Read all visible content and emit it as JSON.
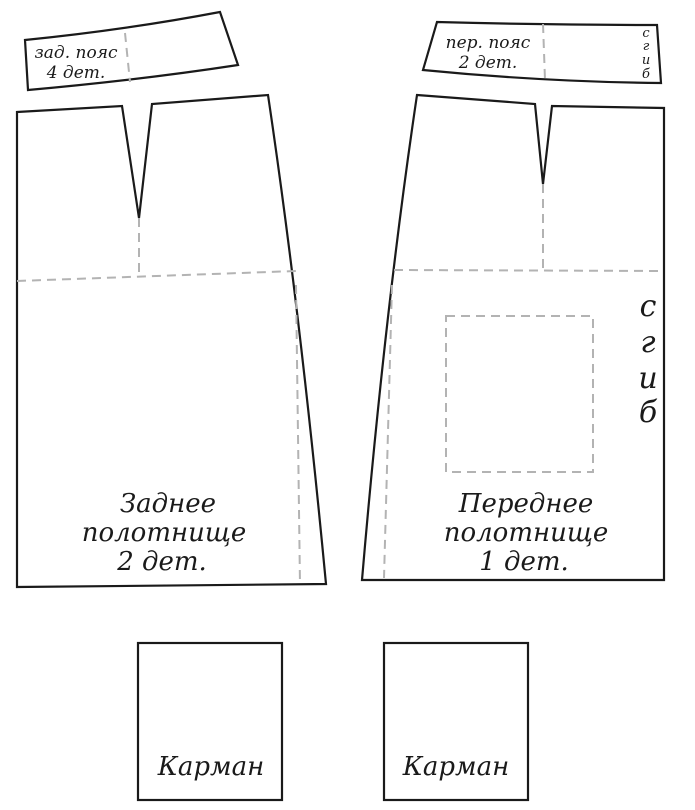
{
  "back_waistband": {
    "label_line1": "зад. пояс",
    "label_line2": "4 дет."
  },
  "front_waistband": {
    "label_line1": "пер. пояс",
    "label_line2": "2 дет.",
    "fold_letters": [
      "с",
      "г",
      "и",
      "б"
    ]
  },
  "back_panel": {
    "label_line1": "Заднее",
    "label_line2": "полотнище",
    "label_line3": "2 дет."
  },
  "front_panel": {
    "label_line1": "Переднее",
    "label_line2": "полотнище",
    "label_line3": "1 дет.",
    "fold_letters": [
      "с",
      "г",
      "и",
      "б"
    ]
  },
  "pocket_left": {
    "label": "Карман"
  },
  "pocket_right": {
    "label": "Карман"
  },
  "colors": {
    "outline": "#1a1a1a",
    "guide_dashed": "#b3b3b3",
    "background": "#ffffff"
  }
}
